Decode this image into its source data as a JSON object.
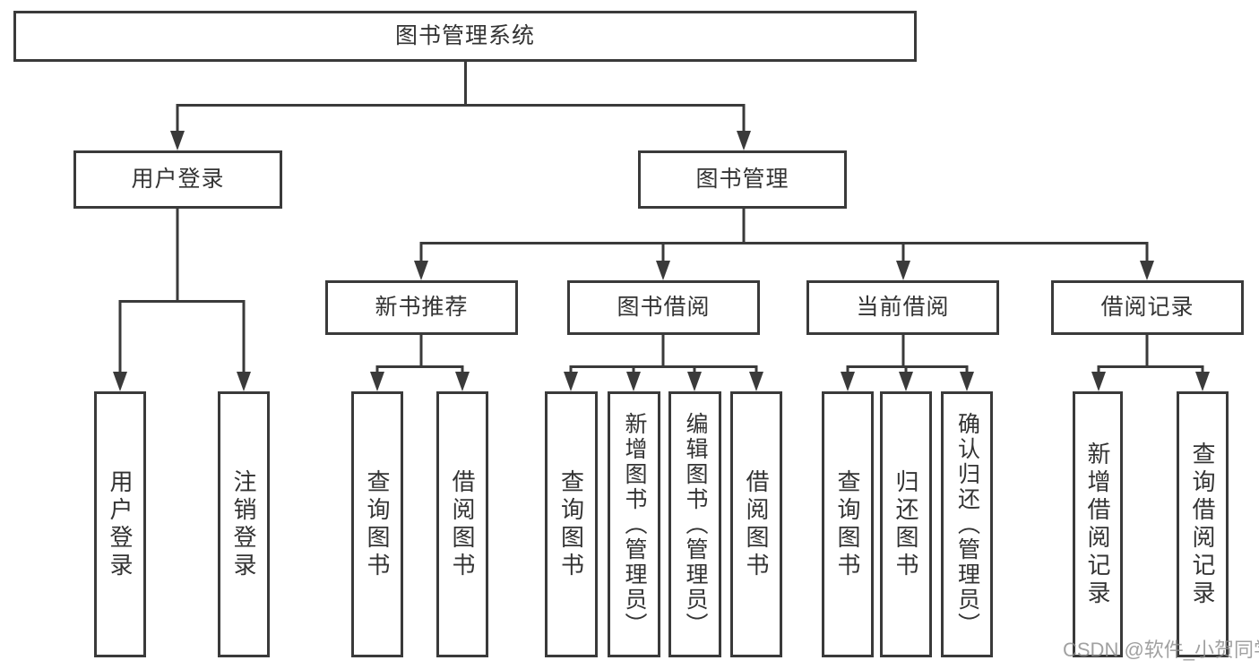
{
  "diagram_title": "图书管理系统",
  "colors": {
    "line": "#3a3a3a",
    "box_border": "#3a3a3a",
    "box_background": "#ffffff",
    "text": "#333333",
    "watermark": "#8c8c8c"
  },
  "nodes": {
    "root": "图书管理系统",
    "user_login": "用户登录",
    "book_management": "图书管理",
    "new_book_recommend": "新书推荐",
    "book_borrowing": "图书借阅",
    "current_borrowing": "当前借阅",
    "borrowing_records": "借阅记录",
    "leaf_user_login": "用户登录",
    "leaf_logout": "注销登录",
    "leaf_query_books_newrec": "查询图书",
    "leaf_borrow_books_newrec": "借阅图书",
    "leaf_query_books_borrow": "查询图书",
    "leaf_add_book_admin": "新增图书（管理员）",
    "leaf_edit_book_admin": "编辑图书（管理员）",
    "leaf_borrow_books_borrow": "借阅图书",
    "leaf_query_books_current": "查询图书",
    "leaf_return_book": "归还图书",
    "leaf_confirm_return_admin": "确认归还（管理员）",
    "leaf_add_borrow_record": "新增借阅记录",
    "leaf_query_borrow_record": "查询借阅记录"
  },
  "watermark": "CSDN @软件_小贺同学"
}
